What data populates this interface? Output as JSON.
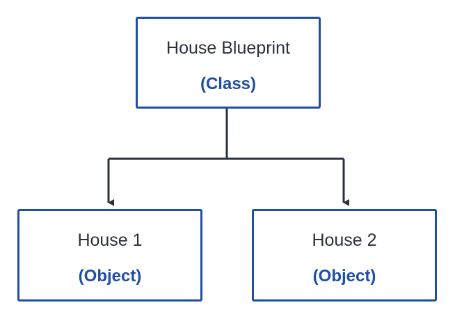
{
  "diagram": {
    "nodes": [
      {
        "id": "class-node",
        "title": "House Blueprint",
        "subtitle": "(Class)"
      },
      {
        "id": "object-node-1",
        "title": "House 1",
        "subtitle": "(Object)"
      },
      {
        "id": "object-node-2",
        "title": "House 2",
        "subtitle": "(Object)"
      }
    ],
    "edges": [
      {
        "from": "class-node",
        "to": "object-node-1"
      },
      {
        "from": "class-node",
        "to": "object-node-2"
      }
    ],
    "colors": {
      "box_border": "#1f4ea3",
      "title_text": "#2b3041",
      "subtitle_text": "#1f4ea3",
      "connector": "#2b3041"
    }
  }
}
